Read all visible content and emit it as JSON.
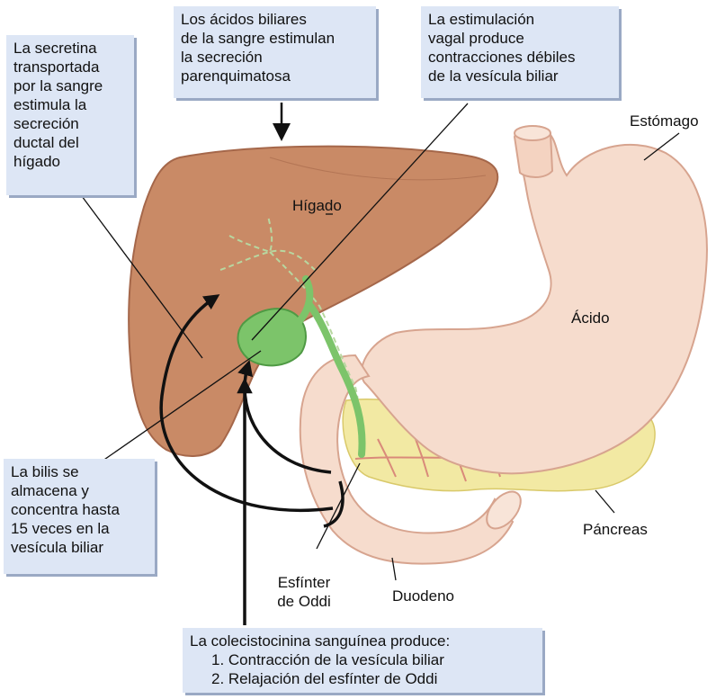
{
  "callouts": {
    "secretin": [
      "La secretina",
      "transportada",
      "por la sangre",
      "estimula la",
      "secreción",
      "ductal del",
      "hígado"
    ],
    "bile_acids": [
      "Los ácidos biliares",
      "de la sangre estimulan",
      "la secreción",
      "parenquimatosa"
    ],
    "vagal": [
      "La estimulación",
      "vagal produce",
      "contracciones débiles",
      "de la vesícula biliar"
    ],
    "bile_storage": [
      "La bilis se",
      "almacena y",
      "concentra hasta",
      "15 veces en la",
      "vesícula biliar"
    ],
    "cck": {
      "title": "La colecistocinina sanguínea produce:",
      "items": [
        "1. Contracción de la vesícula biliar",
        "2. Relajación del esfínter de Oddi"
      ]
    }
  },
  "labels": {
    "stomach": "Estómago",
    "liver": "Hígado",
    "acid": "Ácido",
    "pancreas": "Páncreas",
    "sphincter": [
      "Esfínter",
      "de Oddi"
    ],
    "duodenum": "Duodeno"
  },
  "colors": {
    "callout_bg": "#dde6f5",
    "liver": "#c98a66",
    "stomach": "#f6dccd",
    "gallbladder": "#7cc46a",
    "pancreas": "#f2e9a3",
    "arrow": "#111111"
  }
}
